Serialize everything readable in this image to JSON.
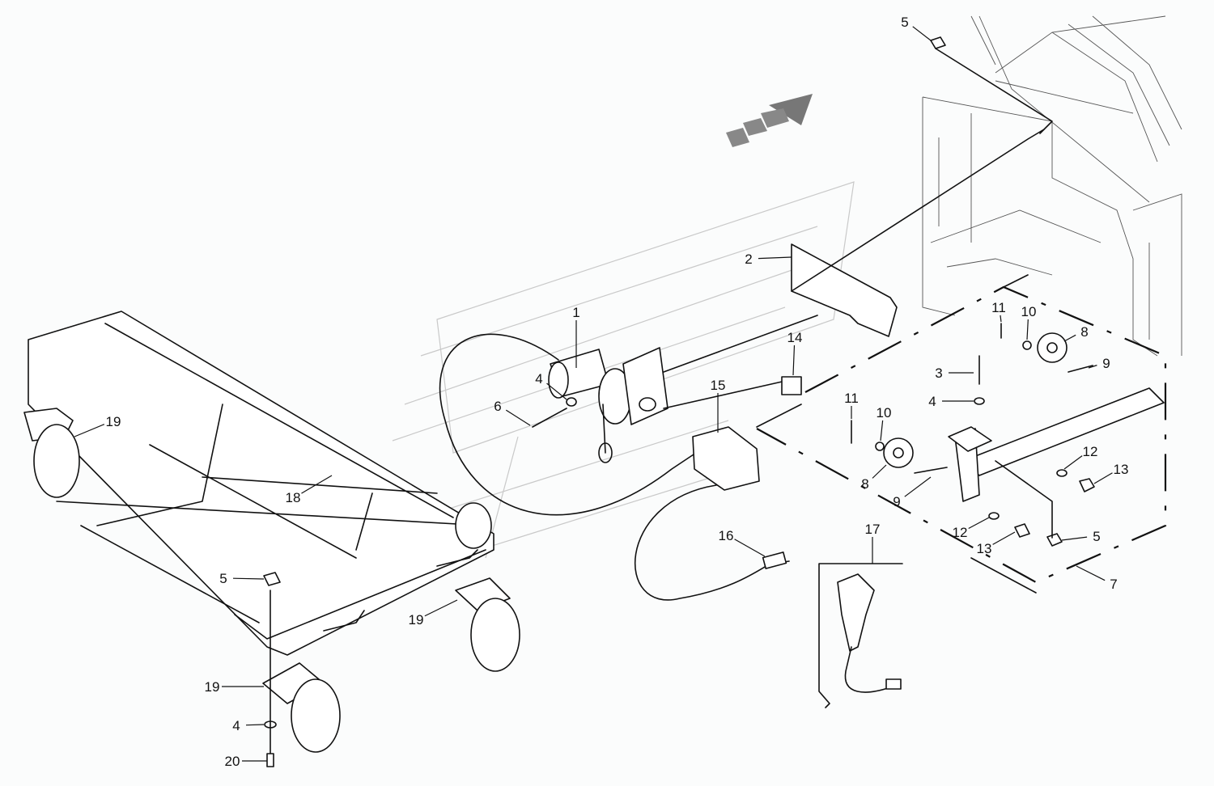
{
  "diagram": {
    "direction_arrow_icon": "travel-direction-arrow",
    "callouts": [
      "1",
      "2",
      "3",
      "4",
      "4",
      "4",
      "5",
      "5",
      "5",
      "6",
      "7",
      "8",
      "8",
      "9",
      "9",
      "10",
      "10",
      "11",
      "11",
      "12",
      "12",
      "13",
      "13",
      "14",
      "15",
      "16",
      "17",
      "18",
      "19",
      "19",
      "19",
      "20"
    ]
  }
}
